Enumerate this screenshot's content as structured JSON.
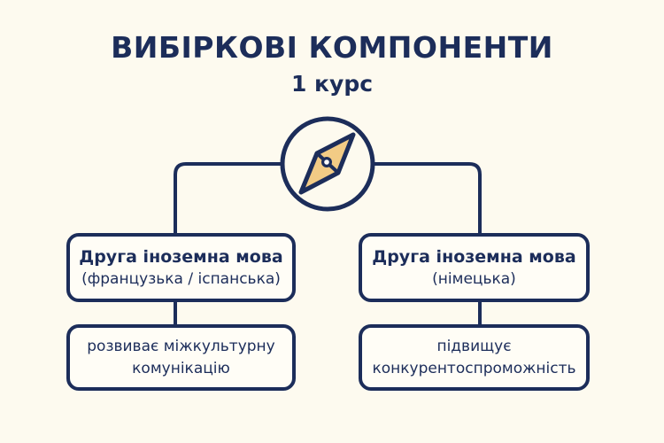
{
  "title": "ВИБІРКОВІ КОМПОНЕНТИ",
  "subtitle": "1 курс",
  "center_icon": "compass-icon",
  "colors": {
    "primary": "#1c2d5a",
    "accent": "#f2cb85",
    "background": "#fdfaef"
  },
  "branches": [
    {
      "heading": "Друга іноземна мова",
      "languages": "(французька / іспанська)",
      "benefit_line1": "розвиває міжкультурну",
      "benefit_line2": "комунікацію"
    },
    {
      "heading": "Друга іноземна мова",
      "languages": "(німецька)",
      "benefit_line1": "підвищує",
      "benefit_line2": "конкурентоспроможність"
    }
  ]
}
